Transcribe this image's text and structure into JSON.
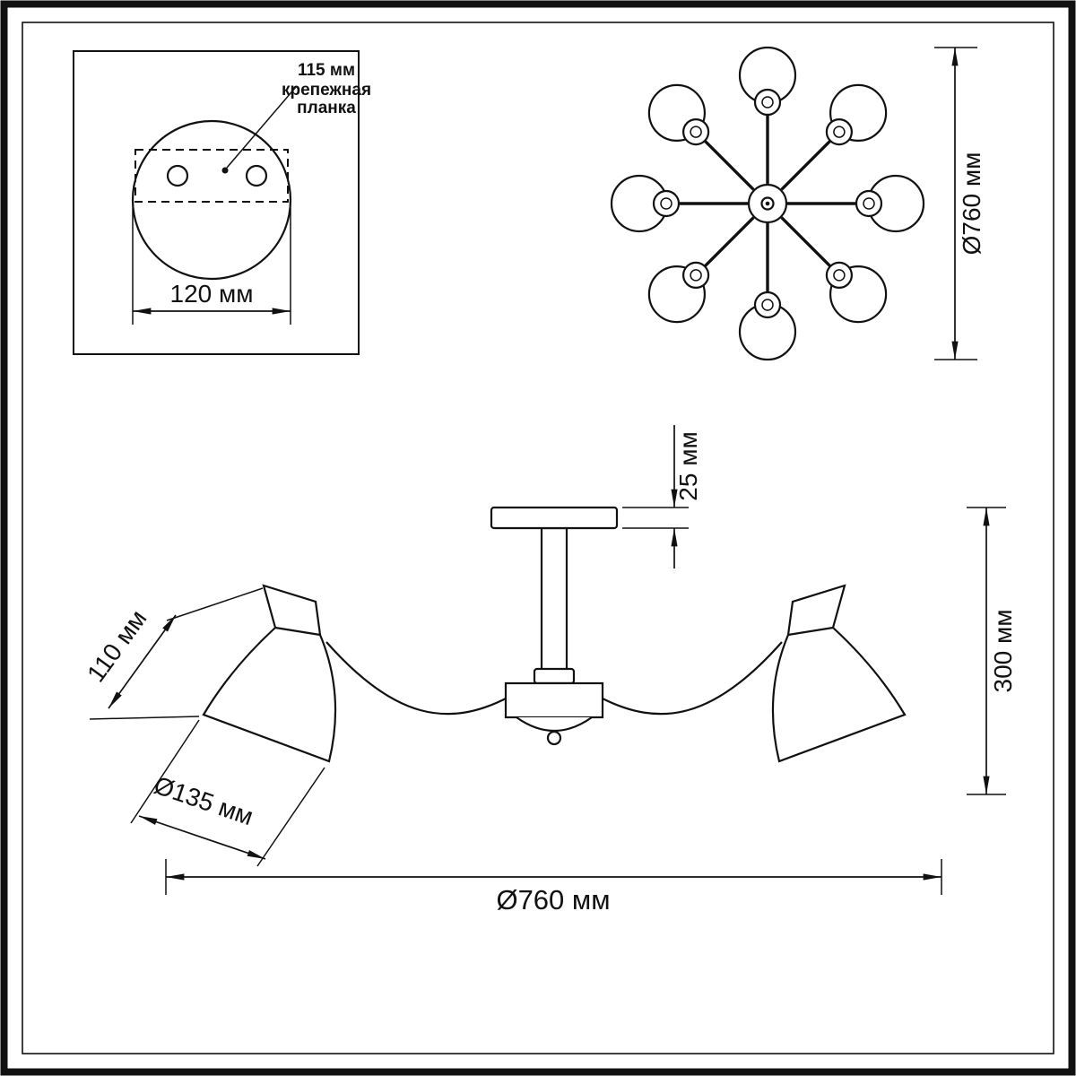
{
  "page": {
    "background": "#ffffff",
    "ink": "#111111",
    "kind": "ceiling chandelier dimension drawing"
  },
  "detail_view": {
    "leader_label": "115 мм",
    "plate_label_line1": "крепежная",
    "plate_label_line2": "планка",
    "width_label": "120 мм"
  },
  "top_view": {
    "diameter_label": "Ø760 мм"
  },
  "side_view": {
    "canopy_height_label": "25 мм",
    "total_height_label": "300 мм",
    "shade_height_label": "110 мм",
    "shade_diameter_label": "Ø135 мм",
    "total_width_label": "Ø760 мм"
  }
}
